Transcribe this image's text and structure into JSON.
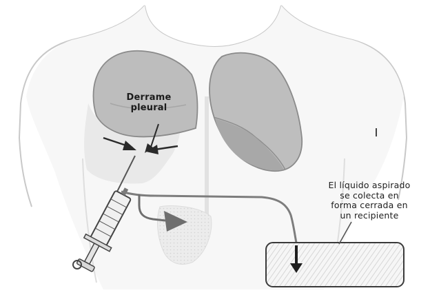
{
  "labels": {
    "effusion": {
      "line1": "Derrame",
      "line2": "pleural"
    },
    "collected_fluid": {
      "line1": "El líquido aspirado",
      "line2": "se colecta en",
      "line3": "forma cerrada en",
      "line4": "un recipiente"
    }
  },
  "colors": {
    "body_outline": "#c8c8c8",
    "torso_fill": "#f3f3f3",
    "lung_fill": "#bdbdbd",
    "lung_outline": "#8a8a8a",
    "effusion_fill": "#e6e6e6",
    "catheter": "#7d7d7d",
    "arrow": "#2a2a2a",
    "container_outline": "#3a3a3a"
  }
}
